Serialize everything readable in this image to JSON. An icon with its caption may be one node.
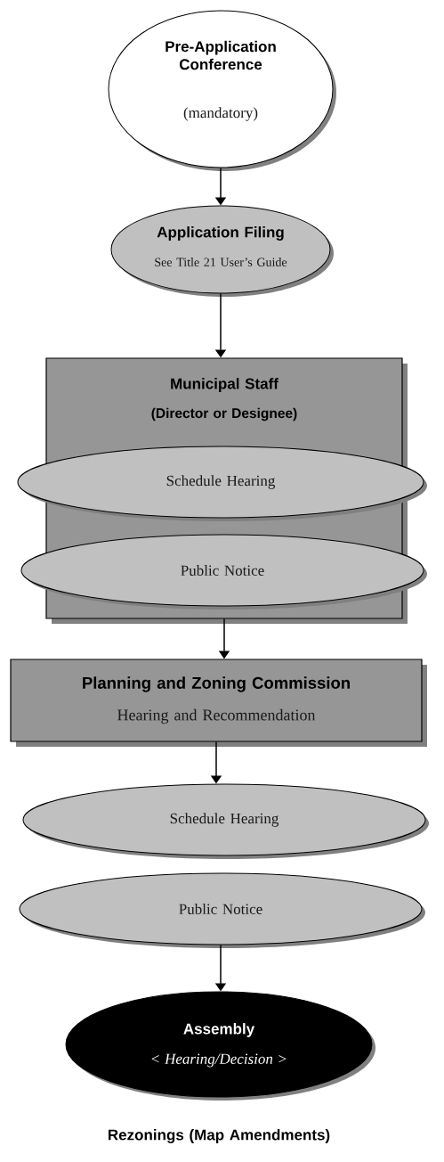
{
  "diagram": {
    "nodes": [
      {
        "text": [
          "Pre-Application Conference",
          "(mandatory)"
        ]
      },
      {
        "text": [
          "Application Filing",
          "See Title 21 User’s Guide"
        ]
      },
      {
        "text": [
          "Municipal Staff",
          "(Director or Designee)"
        ]
      },
      {
        "text": [
          "Schedule Hearing"
        ]
      },
      {
        "text": [
          "Public Notice"
        ]
      },
      {
        "text": [
          "Planning and Zoning Commission",
          "Hearing and Recommendation"
        ]
      },
      {
        "text": [
          "Schedule Hearing"
        ]
      },
      {
        "text": [
          "Public Notice"
        ]
      },
      {
        "text": [
          "Assembly",
          "< *Hearing/Decision* >"
        ]
      }
    ],
    "edges": [
      {
        "from": 0,
        "to": 1,
        "arrow": "to"
      },
      {
        "from": 1,
        "to": 2,
        "arrow": "to"
      },
      {
        "from": 2,
        "to": 5,
        "arrow": "to"
      },
      {
        "from": 5,
        "to": 6,
        "arrow": "to"
      },
      {
        "from": 7,
        "to": 8,
        "arrow": "to"
      }
    ],
    "labels": [
      "Rezonings (Map Amendments)"
    ]
  }
}
